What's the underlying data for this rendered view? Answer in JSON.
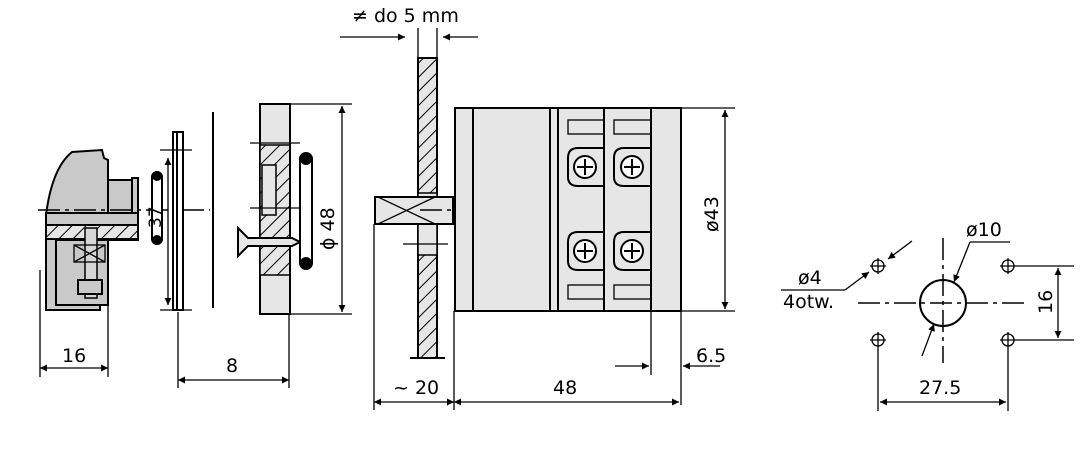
{
  "drawing": {
    "title_annotation": "≠ do 5 mm",
    "views": {
      "knob_side": {
        "dim_width": "16",
        "dim_inner_diameter": "37"
      },
      "front_plate": {
        "dim_depth": "8",
        "dim_diameter": "ϕ 48"
      },
      "switch_body": {
        "dim_panel_offset": "~ 20",
        "dim_body_length": "48",
        "dim_terminal_offset": "6.5",
        "dim_body_diameter": "ø43"
      },
      "mounting_pattern": {
        "hole_label": "ø4",
        "hole_count_label": "4otw.",
        "center_hole_label": "ø10",
        "dim_vertical": "16",
        "dim_horizontal": "27.5"
      }
    },
    "colors": {
      "line": "#000000",
      "fill_light": "#e6e6e6",
      "fill_dark": "#c9c9c9",
      "background": "#ffffff"
    }
  }
}
